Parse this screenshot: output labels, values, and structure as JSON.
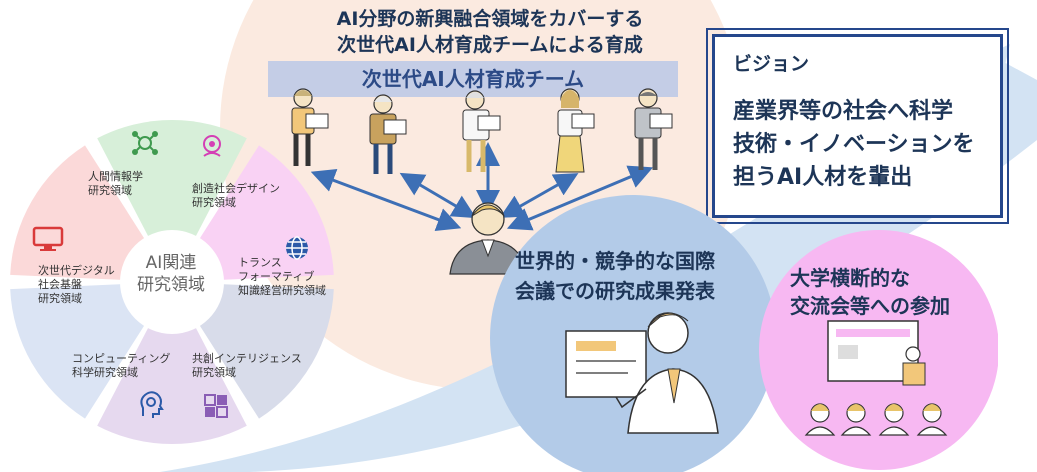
{
  "header": {
    "title_line1": "AI分野の新興融合領域をカバーする",
    "title_line2": "次世代AI人材育成チームによる育成",
    "team_label": "次世代AI人材育成チーム"
  },
  "domains": {
    "center": [
      "AI関連",
      "研究領域"
    ],
    "segments": [
      {
        "name": "human-info",
        "lines": [
          "人間情報学",
          "研究領域"
        ],
        "color": "#d7efd9",
        "icon": "brain-network-icon"
      },
      {
        "name": "creative-society",
        "lines": [
          "創造社会デザイン",
          "研究領域"
        ],
        "color": "#f9d2f4",
        "icon": "lightbulb-icon"
      },
      {
        "name": "transformative",
        "lines": [
          "トランス",
          "フォーマティブ",
          "知識経営研究領域"
        ],
        "color": "#d8dcea",
        "icon": "globe-icon"
      },
      {
        "name": "co-creative",
        "lines": [
          "共創インテリジェンス",
          "研究領域"
        ],
        "color": "#e6d9ef",
        "icon": "puzzle-icon"
      },
      {
        "name": "computing",
        "lines": [
          "コンピューティング",
          "科学研究領域"
        ],
        "color": "#dbe4f4",
        "icon": "head-gear-icon"
      },
      {
        "name": "digital",
        "lines": [
          "次世代デジタル",
          "社会基盤",
          "研究領域"
        ],
        "color": "#fbd9d9",
        "icon": "monitor-icon"
      }
    ]
  },
  "vision": {
    "title": "ビジョン",
    "lines": [
      "産業界等の社会へ科学",
      "技術・イノベーションを",
      "担うAI人材を輩出"
    ]
  },
  "conference": {
    "lines": [
      "世界的・競争的な国際",
      "会議での研究成果発表"
    ]
  },
  "exchange": {
    "lines": [
      "大学横断的な",
      "交流会等への参加"
    ]
  },
  "colors": {
    "navy": "#1d3557",
    "arrow": "#3d6fb5",
    "peach": "#fbeae0",
    "blue_circle": "#b3cbe8",
    "pink_circle": "#f7b8f2",
    "light_blue_swoosh": "#d3e3f3"
  }
}
